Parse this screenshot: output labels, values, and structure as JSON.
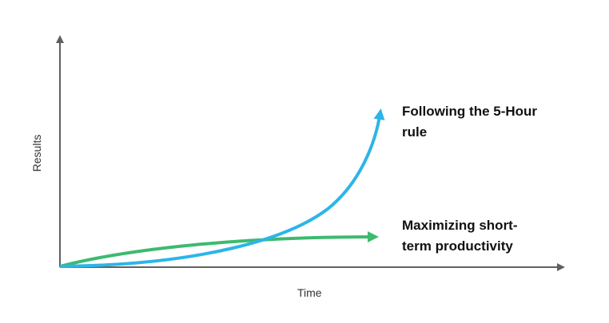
{
  "chart_data": {
    "type": "line",
    "xlabel": "Time",
    "ylabel": "Results",
    "grid": false,
    "axes_style": "arrowheads, no ticks",
    "colors": {
      "axis": "#606060",
      "fast": "#2cb5e8",
      "slow": "#3dba6f"
    },
    "series": [
      {
        "name": "Following the 5-Hour rule",
        "color": "#2cb5e8",
        "trend": "exponential"
      },
      {
        "name": "Maximizing short-term productivity",
        "color": "#3dba6f",
        "trend": "logarithmic"
      }
    ],
    "labels": {
      "fast": "Following the 5-Hour rule",
      "slow": "Maximizing short-term productivity"
    }
  }
}
